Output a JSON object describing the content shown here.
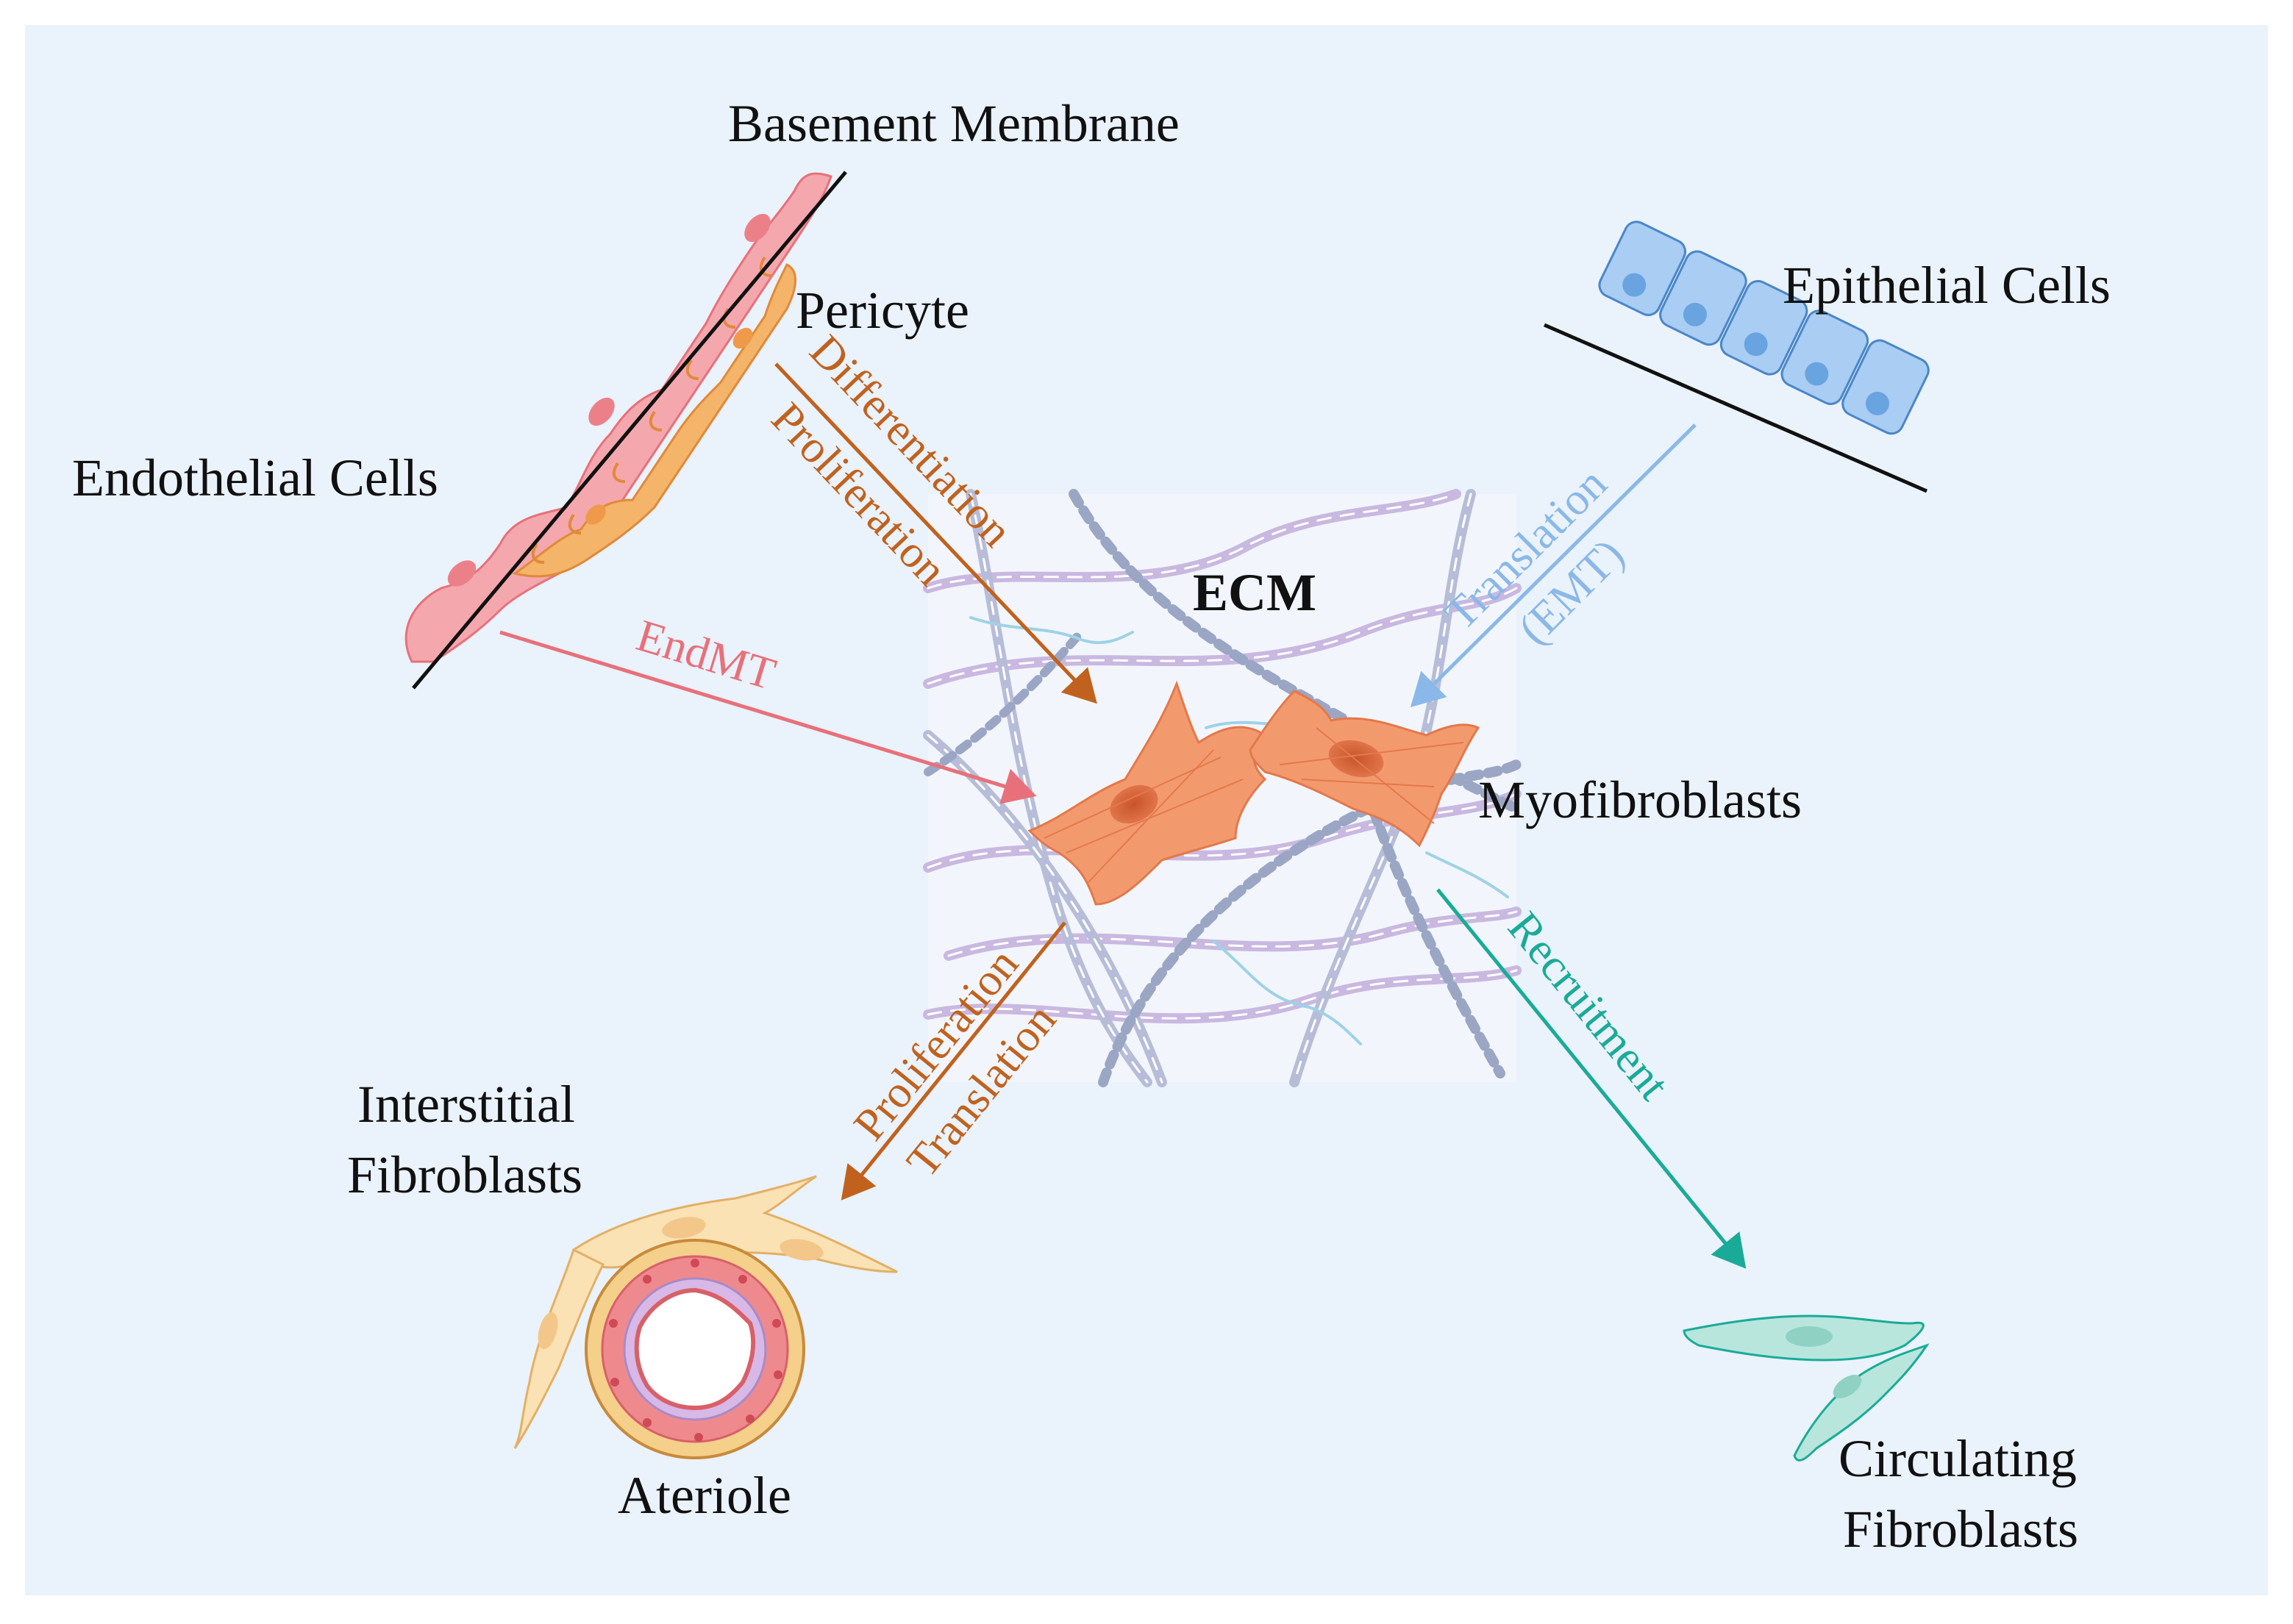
{
  "colors": {
    "background": "#eaf2fb",
    "endothelial": "#e8707a",
    "pericyte": "#e08a3a",
    "pericyte_arrow": "#c0621e",
    "epithelial": "#8ab8e8",
    "myofibroblast": "#f08a5e",
    "recruitment": "#1aab98",
    "interstitial": "#f3d59a",
    "text": "#111111"
  },
  "labels": {
    "basement_membrane": "Basement Membrane",
    "pericyte": "Pericyte",
    "endothelial_cells": "Endothelial Cells",
    "epithelial_cells": "Epithelial Cells",
    "ecm": "ECM",
    "myofibroblasts": "Myofibroblasts",
    "interstitial_line1": "Interstitial",
    "interstitial_line2": "Fibroblasts",
    "ateriole": "Ateriole",
    "circulating_line1": "Circulating",
    "circulating_line2": "Fibroblasts"
  },
  "arrows": {
    "differentiation": "Differentiation",
    "proliferation_top": "Proliferation",
    "endmt": "EndMT",
    "translation_emt_line1": "Translation",
    "translation_emt_line2": "(EMT)",
    "proliferation_bottom": "Proliferation",
    "translation_bottom": "Translation",
    "recruitment": "Recruitment"
  },
  "icons": {
    "endothelial": "endothelial-cell-icon",
    "pericyte": "pericyte-icon",
    "epithelial": "epithelial-cell-icon",
    "myofibroblast": "myofibroblast-icon",
    "interstitial": "interstitial-fibroblast-icon",
    "ateriole": "ateriole-icon",
    "circulating": "circulating-fibroblast-icon",
    "ecm": "ecm-fiber-icon"
  }
}
